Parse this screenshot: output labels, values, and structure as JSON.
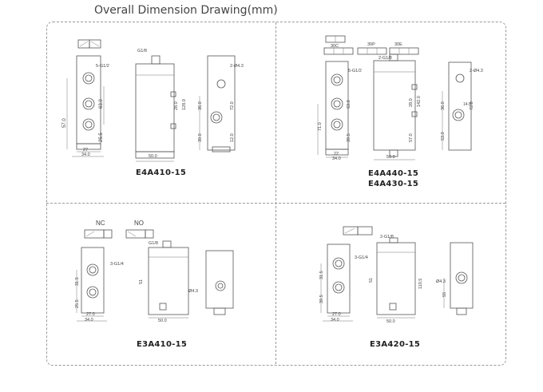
{
  "title": "Overall Dimension Drawing(mm)",
  "panels": {
    "tl": {
      "model": "E4A410-15",
      "dims": [
        "5-G1/2",
        "G1/8",
        "2-Ø4.3",
        "57.0",
        "63.0",
        "25.5",
        "27",
        "34.0",
        "50.0",
        "28.0",
        "128.0",
        "36.0",
        "39.0",
        "72.0",
        "12.0",
        "2-Ø4.3"
      ]
    },
    "tr": {
      "model_a": "E4A440-15",
      "model_b": "E4A430-15",
      "symbols": [
        "30C",
        "30P",
        "30E"
      ],
      "dims": [
        "5-G1/2",
        "2-G1/8",
        "2-Ø4.3",
        "71.0",
        "63.0",
        "39.5",
        "22",
        "34.0",
        "50.0",
        "28.0",
        "142.0",
        "57.0",
        "36.0",
        "53.0",
        "72.0",
        "14.0"
      ]
    },
    "bl": {
      "model": "E3A410-15",
      "symbols": [
        "NC",
        "NO"
      ],
      "dims": [
        "G1/8",
        "3-G1/4",
        "31.5",
        "25.5",
        "27.0",
        "34.0",
        "51",
        "50.0",
        "Ø4.3"
      ]
    },
    "br": {
      "model": "E3A420-15",
      "dims": [
        "2-G1/8",
        "3-G1/4",
        "31.5",
        "39.5",
        "27.0",
        "34.0",
        "51",
        "110.5",
        "50.0",
        "Ø4.3",
        "55"
      ]
    }
  }
}
